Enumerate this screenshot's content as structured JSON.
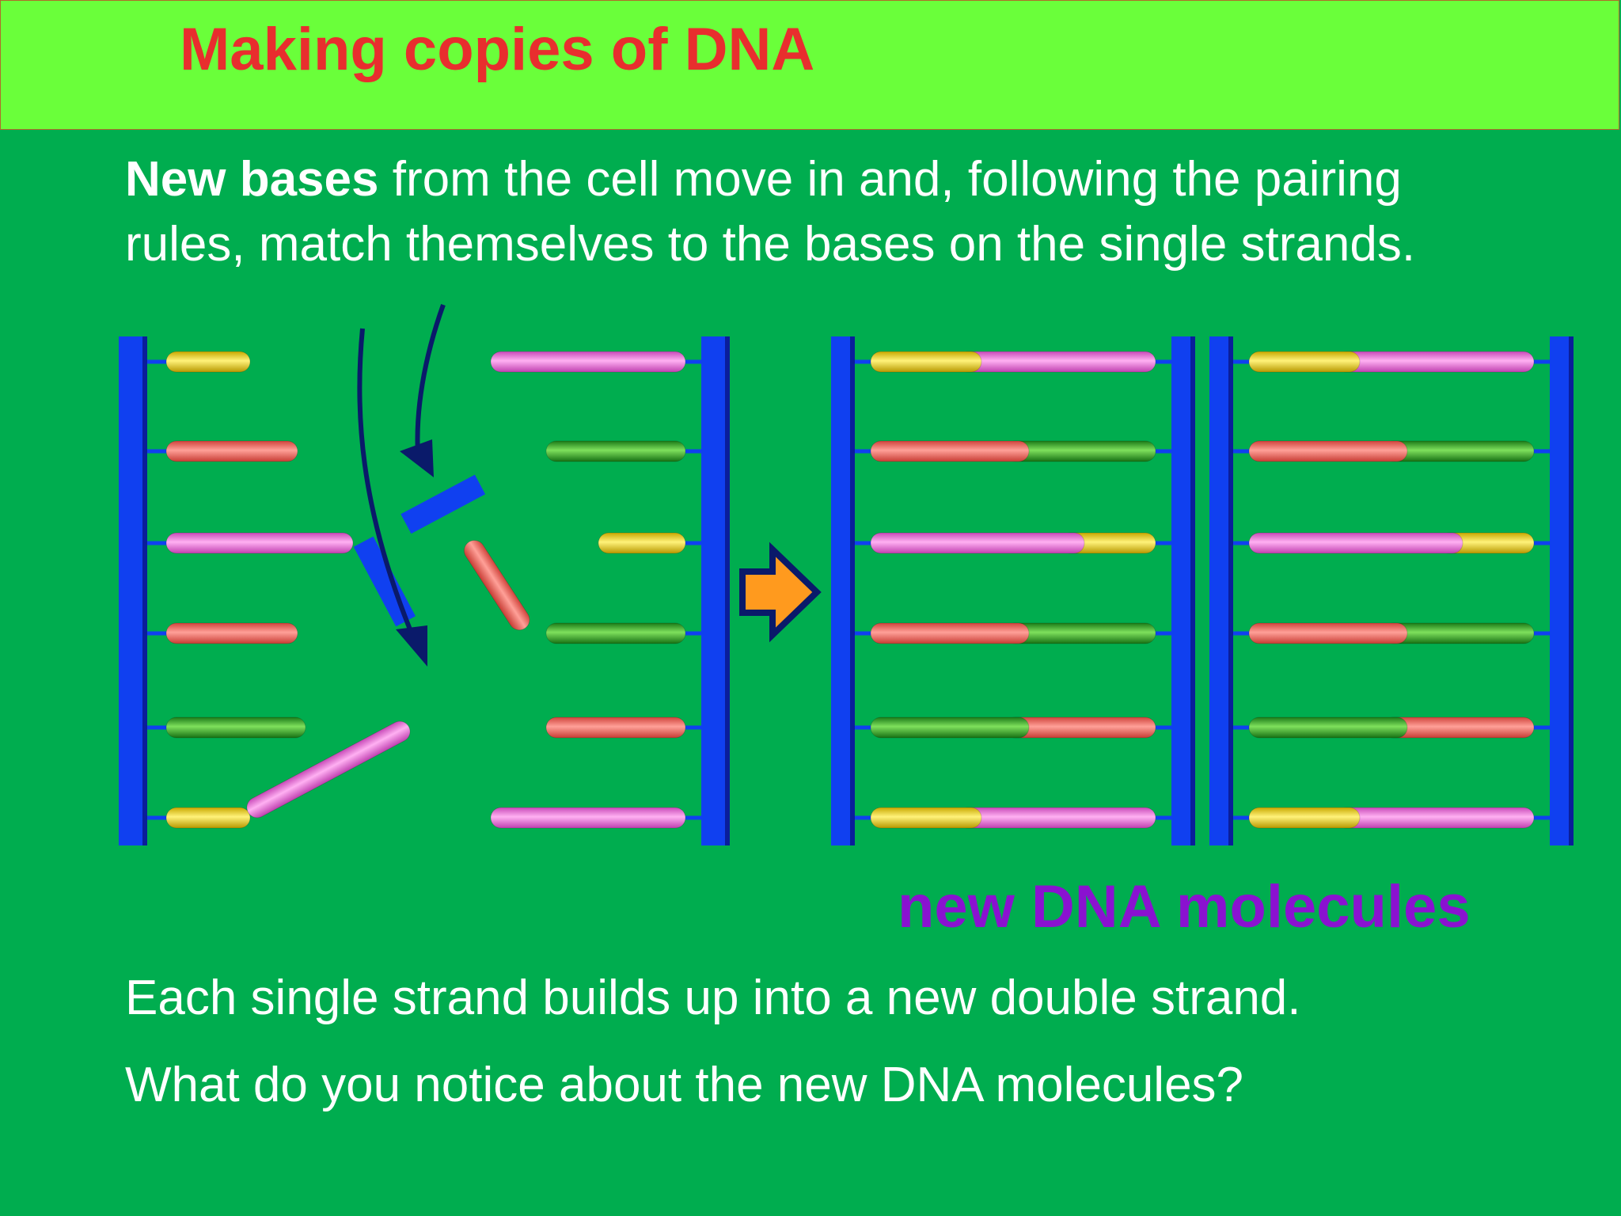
{
  "header": {
    "title": "Making copies of DNA"
  },
  "intro": {
    "bold": "New bases",
    "line1_rest": " from the cell move in and, following the pairing",
    "line2": "rules, match themselves to the bases on the single strands."
  },
  "diagram": {
    "label_new_molecules": "new DNA molecules",
    "colors": {
      "backbone": "#1040f0",
      "backbone_dark": "#0a1e9a",
      "yellow": "#f2dc3c",
      "pink": "#f27be0",
      "red": "#f26a62",
      "green": "#36b830",
      "arrow_orange": "#ff9a1e",
      "arrow_navy": "#0a1a6a",
      "background": "#00ad4f"
    },
    "single_strand_left_bases": [
      "yellow",
      "red",
      "pink",
      "red",
      "green",
      "yellow"
    ],
    "single_strand_right_bases": [
      "pink",
      "green",
      "yellow",
      "green",
      "red",
      "pink"
    ],
    "molecule_pairs": [
      [
        "yellow",
        "pink"
      ],
      [
        "red",
        "green"
      ],
      [
        "pink",
        "yellow"
      ],
      [
        "red",
        "green"
      ],
      [
        "green",
        "red"
      ],
      [
        "yellow",
        "pink"
      ]
    ],
    "icons": [
      "process-arrow-icon",
      "incoming-arrow-icon"
    ]
  },
  "body": {
    "summary": "Each single strand builds up into a new double strand.",
    "question": "What do you notice about the new DNA molecules?"
  }
}
